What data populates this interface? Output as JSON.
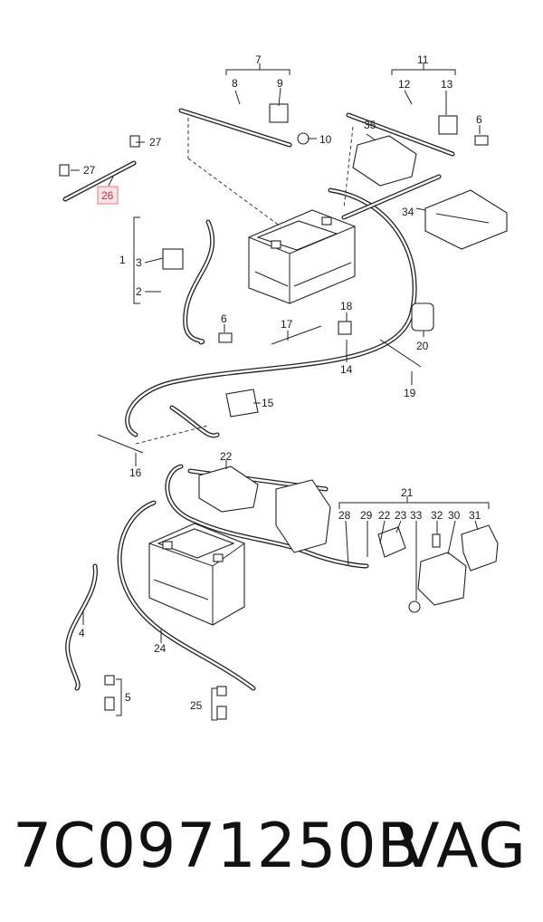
{
  "diagram": {
    "callouts": {
      "c1": "1",
      "c2": "2",
      "c3": "3",
      "c4": "4",
      "c5": "5",
      "c6a": "6",
      "c6b": "6",
      "c7": "7",
      "c8": "8",
      "c9": "9",
      "c10": "10",
      "c11": "11",
      "c12": "12",
      "c13": "13",
      "c14": "14",
      "c15": "15",
      "c16": "16",
      "c17": "17",
      "c18": "18",
      "c19": "19",
      "c20": "20",
      "c21": "21",
      "c22a": "22",
      "c22b": "22",
      "c23": "23",
      "c24": "24",
      "c25": "25",
      "c26": "26",
      "c27a": "27",
      "c27b": "27",
      "c28": "28",
      "c29": "29",
      "c30": "30",
      "c31": "31",
      "c32": "32",
      "c33": "33",
      "c34": "34",
      "c35": "35"
    },
    "highlight_color": "#e07a85"
  },
  "footer": {
    "part_number": "7C0971250B",
    "brand": "VAG"
  }
}
